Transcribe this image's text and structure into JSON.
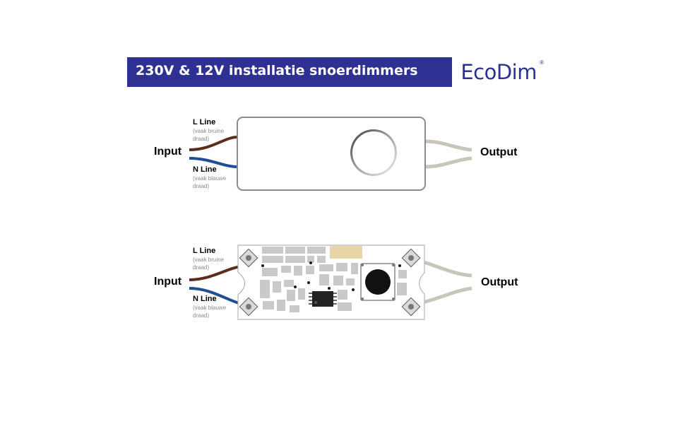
{
  "banner": {
    "title": "230V & 12V installatie snoerdimmers",
    "logo_text": "EcoDim",
    "logo_mark": "®",
    "colors": {
      "banner": "#2e3192",
      "logo": "#2e3192"
    }
  },
  "diagrams": [
    {
      "input_label": "Input",
      "output_label": "Output",
      "l_line_label": "L Line",
      "l_line_note": "(vaak bruine draad)",
      "n_line_label": "N Line",
      "n_line_note": "(vaak blauwe draad)"
    },
    {
      "input_label": "Input",
      "output_label": "Output",
      "l_line_label": "L Line",
      "l_line_note": "(vaak bruine draad)",
      "n_line_label": "N Line",
      "n_line_note": "(vaak blauwe draad)"
    }
  ],
  "wire_colors": {
    "l_line": "#5a2d1c",
    "n_line": "#1f4e93",
    "output": "#c9c5b8"
  }
}
